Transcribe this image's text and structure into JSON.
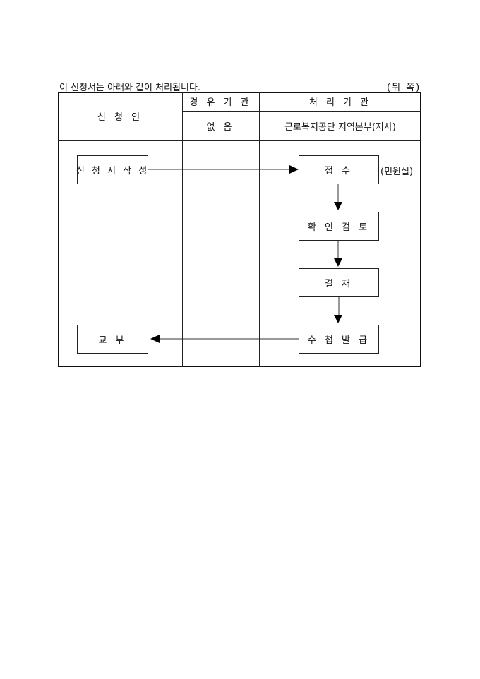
{
  "header": {
    "intro": "이 신청서는 아래와 같이 처리됩니다.",
    "side_label": "(뒤 쪽)"
  },
  "table": {
    "col_applicant": "신 청 인",
    "col_via": "경 유 기 관",
    "col_processor": "처 리 기 관",
    "via_value": "없 음",
    "processor_value": "근로복지공단 지역본부(지사)"
  },
  "flow": {
    "write": "신 청 서 작 성",
    "receive": "접 수",
    "receive_note": "(민원실)",
    "review": "확 인 검 토",
    "approve": "결 재",
    "issue": "수 첩 발 급",
    "deliver": "교 부"
  }
}
